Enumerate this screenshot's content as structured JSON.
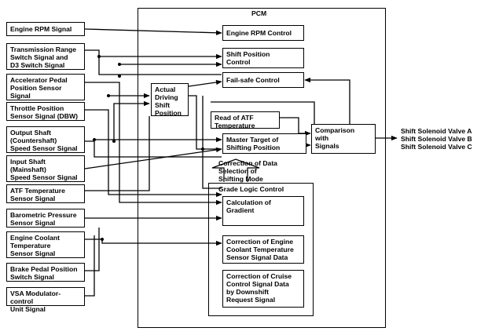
{
  "pcm_label": "PCM",
  "inputs": {
    "engine_rpm": "Engine RPM Signal",
    "transmission_range": "Transmission Range\nSwitch Signal and\nD3 Switch Signal",
    "accelerator_pedal": "Accelerator Pedal\nPosition Sensor\nSignal",
    "throttle_position": "Throttle Position\nSensor Signal (DBW)",
    "output_shaft": "Output Shaft\n(Countershaft)\nSpeed Sensor Signal",
    "input_shaft": "Input Shaft\n(Mainshaft)\nSpeed Sensor Signal",
    "atf_temperature": "ATF Temperature\nSensor Signal",
    "barometric_pressure": "Barometric Pressure\nSensor Signal",
    "engine_coolant": "Engine Coolant\nTemperature\nSensor Signal",
    "brake_pedal": "Brake Pedal Position\nSwitch Signal",
    "vsa_modulator": "VSA Modulator-control\nUnit Signal"
  },
  "blocks": {
    "engine_rpm_control": "Engine RPM Control",
    "shift_position_control": "Shift Position\nControl",
    "fail_safe_control": "Fail-safe Control",
    "actual_driving_shift_position": "Actual\nDriving\nShift\nPosition",
    "read_atf_temperature": "Read of ATF\nTemperature",
    "master_target": "Master Target of\nShifting Position",
    "comparison_with_signals": "Comparison\nwith\nSignals",
    "correction_label": "Correction of Data\nSelection of\nShifting Mode",
    "grade_logic_control": "Grade Logic Control",
    "calculation_of_gradient": "Calculation of\nGradient",
    "correction_engine_coolant": "Correction of Engine\nCoolant Temperature\nSensor Signal Data",
    "correction_cruise_control": "Correction of Cruise\nControl Signal Data\nby Downshift\nRequest Signal"
  },
  "outputs": {
    "shift_solenoid_a": "Shift Solenoid Valve A",
    "shift_solenoid_b": "Shift Solenoid Valve B",
    "shift_solenoid_c": "Shift Solenoid Valve C"
  }
}
